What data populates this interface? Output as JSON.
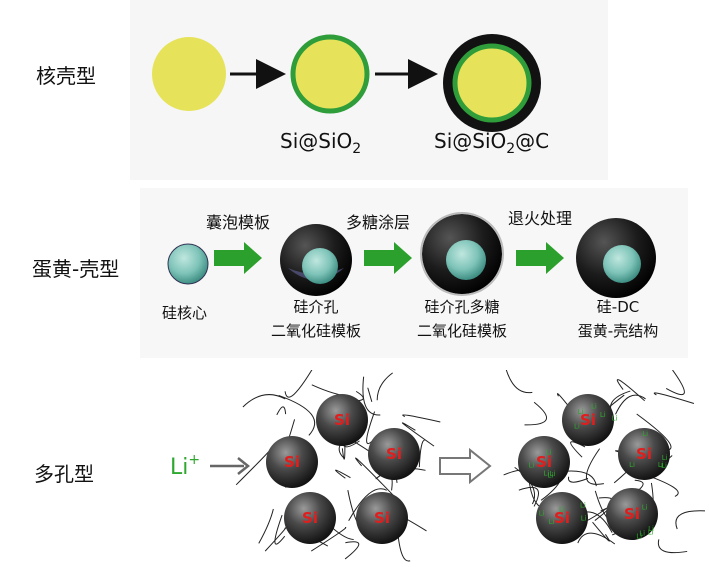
{
  "rows": [
    {
      "label": "核壳型",
      "captions": {
        "sio2_prefix": "Si@SiO",
        "sio2_sub": "2",
        "c_prefix": "Si@SiO",
        "c_sub": "2",
        "c_suffix": "@C"
      },
      "colors": {
        "core": "#e6e35a",
        "shell_green": "#2e9d3a",
        "carbon": "#121212"
      }
    },
    {
      "label": "蛋黄-壳型",
      "steps": [
        "囊泡模板",
        "多糖涂层",
        "退火处理"
      ],
      "captions": [
        {
          "line1": "硅核心",
          "line2": ""
        },
        {
          "line1": "硅介孔",
          "line2": "二氧化硅模板"
        },
        {
          "line1": "硅介孔多糖",
          "line2": "二氧化硅模板"
        },
        {
          "line1": "硅-DC",
          "line2": "蛋黄-壳结构"
        }
      ],
      "colors": {
        "yolk": "#7ec3b8",
        "arrow": "#2ca02c"
      }
    },
    {
      "label": "多孔型",
      "ion_text": "Li",
      "ion_sup": "+",
      "particle_label": "Si",
      "li_small": "Li",
      "colors": {
        "particle_text": "#e01e1e",
        "ion": "#2ea82e"
      }
    }
  ]
}
